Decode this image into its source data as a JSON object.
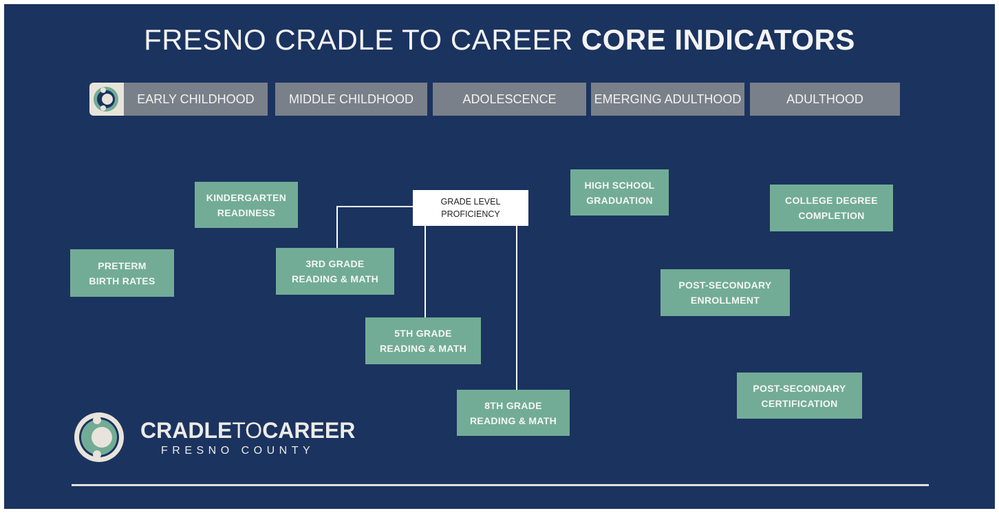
{
  "title": {
    "light": "FRESNO CRADLE  TO CAREER",
    "bold": "CORE INDICATORS"
  },
  "stages": [
    "EARLY CHILDHOOD",
    "MIDDLE CHILDHOOD",
    "ADOLESCENCE",
    "EMERGING ADULTHOOD",
    "ADULTHOOD"
  ],
  "indicators": {
    "kindergarten": [
      "KINDERGARTEN",
      "READINESS"
    ],
    "preterm": [
      "PRETERM",
      "BIRTH RATES"
    ],
    "grade_level": [
      "GRADE LEVEL",
      "PROFICIENCY"
    ],
    "third": [
      "3RD GRADE",
      "READING & MATH"
    ],
    "fifth": [
      "5TH GRADE",
      "READING & MATH"
    ],
    "eighth": [
      "8TH GRADE",
      "READING & MATH"
    ],
    "hs": [
      "HIGH SCHOOL",
      "GRADUATION"
    ],
    "college": [
      "COLLEGE DEGREE",
      "COMPLETION"
    ],
    "ps_enroll": [
      "POST-SECONDARY",
      "ENROLLMENT"
    ],
    "ps_cert": [
      "POST-SECONDARY",
      "CERTIFICATION"
    ]
  },
  "logo": {
    "cradle": "CRADLE",
    "to": "TO",
    "career": "CAREER",
    "sub": "FRESNO COUNTY"
  },
  "colors": {
    "background": "#1b335f",
    "stage": "#7a8089",
    "indicator": "#72ac96",
    "logo_teal": "#72ac96",
    "logo_cream": "#e8e4db"
  }
}
